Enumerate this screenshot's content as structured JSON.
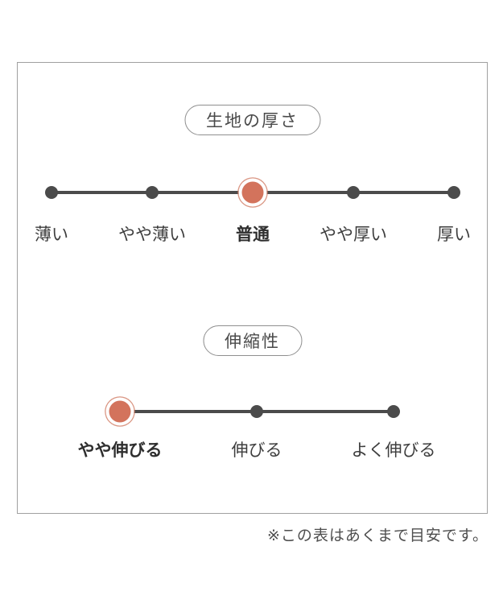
{
  "colors": {
    "accent": "#d3735c",
    "accent_ring": "rgba(205,115,90,0.75)",
    "line": "#4b4b4b"
  },
  "scales": [
    {
      "id": "fabric-thickness",
      "title": "生地の厚さ",
      "options": [
        "薄い",
        "やや薄い",
        "普通",
        "やや厚い",
        "厚い"
      ],
      "selected_index": 2,
      "selected_label": "普通"
    },
    {
      "id": "stretchiness",
      "title": "伸縮性",
      "options": [
        "やや伸びる",
        "伸びる",
        "よく伸びる"
      ],
      "selected_index": 0,
      "selected_label": "やや伸びる"
    }
  ],
  "footer": {
    "note": "※この表はあくまで目安です。"
  }
}
